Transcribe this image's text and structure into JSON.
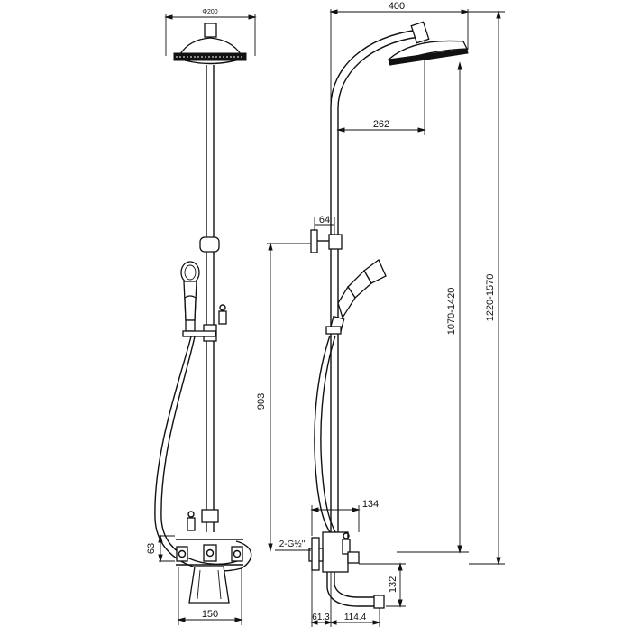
{
  "front_view": {
    "head_diameter_label": "Φ200",
    "width_label": "150",
    "valve_height_label": "63"
  },
  "side_view": {
    "overall_width_label": "400",
    "arm_reach_label": "262",
    "bracket_offset_label": "64",
    "bracket_height_label": "903",
    "adjust_range_label": "1070-1420",
    "overall_height_label": "1220-1570",
    "body_depth_label": "134",
    "thread_label": "2-G½\"",
    "spout_height_label": "132",
    "inlet_offset_label": "61.3",
    "spout_reach_label": "114.4"
  }
}
